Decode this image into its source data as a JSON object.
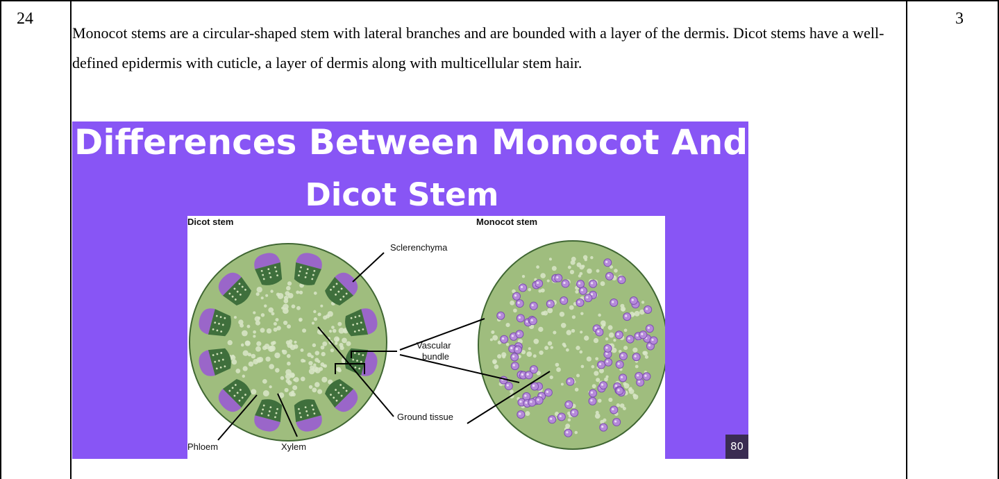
{
  "question": {
    "number": "24",
    "marks": "3",
    "answer_text": "Monocot stems are a circular-shaped stem with lateral branches and are bounded with a layer of the dermis. Dicot stems have a well-defined epidermis with cuticle, a layer of dermis along with multicellular stem hair."
  },
  "slide": {
    "title_line1": "Differences Between Monocot And",
    "title_line2": "Dicot Stem",
    "badge": "80",
    "colors": {
      "background": "#8855f5",
      "tissue": "#9fbd7e",
      "bundle_purple": "#9a66c9",
      "xylem_green": "#3f6f3c"
    },
    "diagram": {
      "left_heading": "Dicot stem",
      "right_heading": "Monocot stem",
      "labels": {
        "sclerenchyma": "Sclerenchyma",
        "vascular_line1": "Vascular",
        "vascular_line2": "bundle",
        "ground_tissue": "Ground tissue",
        "phloem": "Phloem",
        "xylem": "Xylem"
      }
    }
  }
}
